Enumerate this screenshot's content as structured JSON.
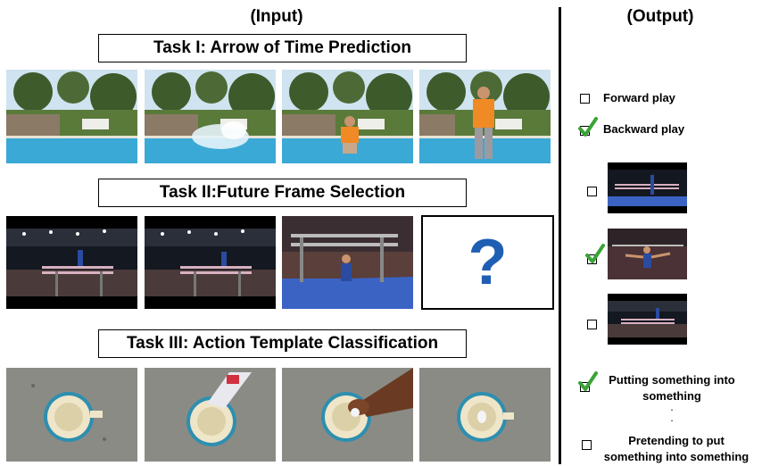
{
  "headers": {
    "input": "(Input)",
    "output": "(Output)"
  },
  "tasks": [
    {
      "title": "Task I: Arrow of Time Prediction"
    },
    {
      "title": "Task II:Future Frame Selection"
    },
    {
      "title": "Task III: Action Template Classification"
    }
  ],
  "question_mark": "?",
  "output": {
    "task1_options": [
      {
        "label": "Forward play",
        "checked": false
      },
      {
        "label": "Backward play",
        "checked": true
      }
    ],
    "task2_options": [
      {
        "checked": false
      },
      {
        "checked": true
      },
      {
        "checked": false
      }
    ],
    "task3_options": [
      {
        "line1": "Putting something into",
        "line2": "something",
        "checked": true
      },
      {
        "line1": "Pretending to put",
        "line2": "something into something",
        "checked": false
      }
    ],
    "ellipsis": ".\n."
  },
  "colors": {
    "check_green": "#3aa335",
    "question_blue": "#1f5fb3",
    "pool_water": "#3aa9d6",
    "arena_dark": "#141820",
    "mat_blue": "#3b63c4",
    "floor_gray": "#8b8b86"
  }
}
